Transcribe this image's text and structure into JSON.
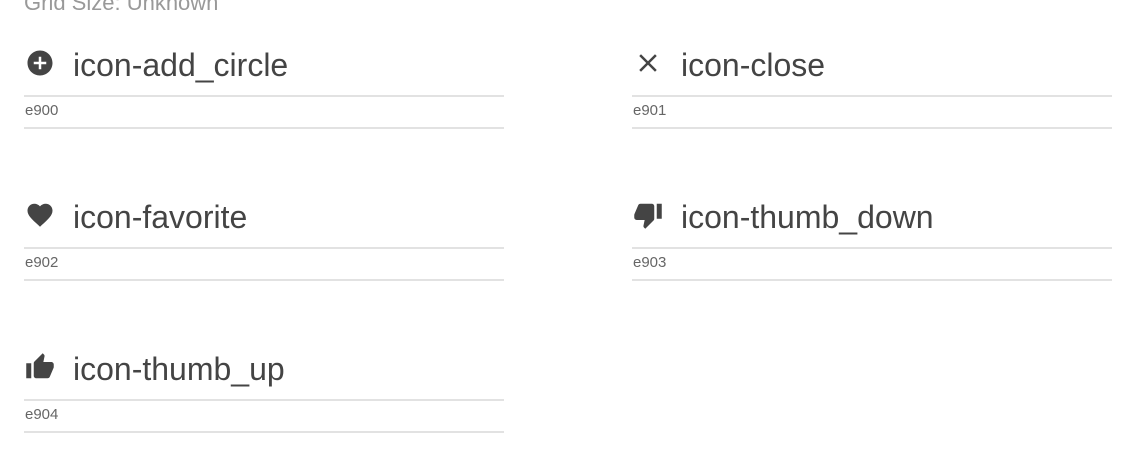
{
  "header": {
    "grid_size": "Grid Size: Unknown"
  },
  "glyphs": [
    {
      "name": "icon-add_circle",
      "code": "e900",
      "icon": "add-circle-icon"
    },
    {
      "name": "icon-close",
      "code": "e901",
      "icon": "close-icon"
    },
    {
      "name": "icon-favorite",
      "code": "e902",
      "icon": "favorite-icon"
    },
    {
      "name": "icon-thumb_down",
      "code": "e903",
      "icon": "thumb-down-icon"
    },
    {
      "name": "icon-thumb_up",
      "code": "e904",
      "icon": "thumb-up-icon"
    }
  ],
  "colors": {
    "text": "#444444",
    "muted": "#999999",
    "rule": "#e2e2e2"
  }
}
